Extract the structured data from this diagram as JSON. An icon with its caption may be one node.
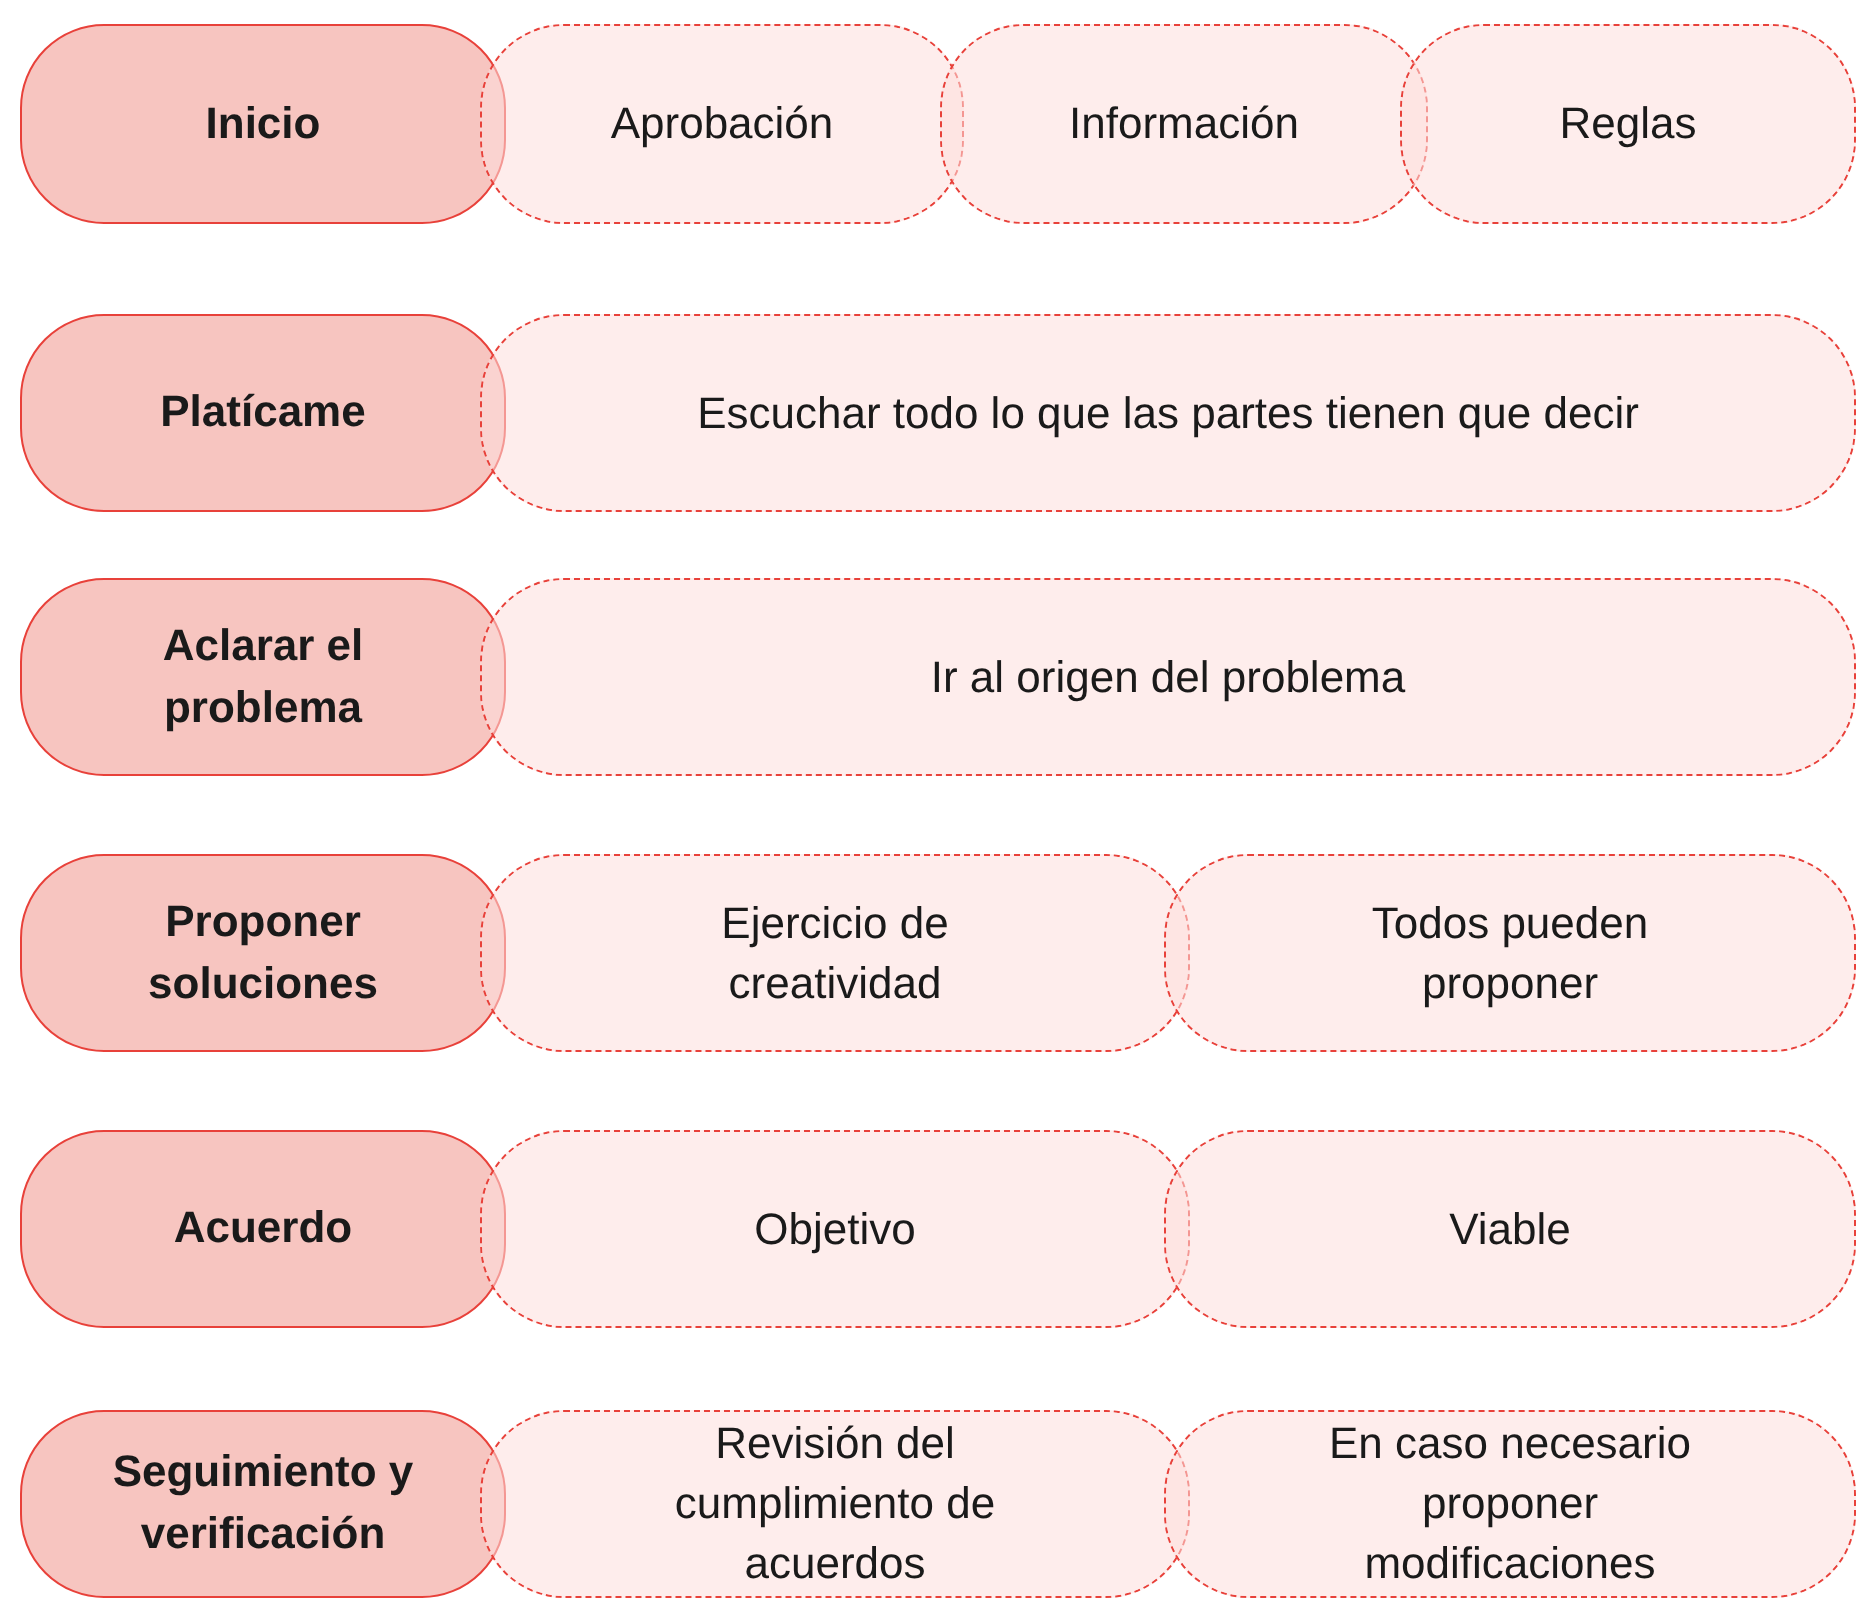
{
  "diagram": {
    "nodes": [
      {
        "text": [
          "Inicio"
        ]
      },
      {
        "text": [
          "Aprobación"
        ]
      },
      {
        "text": [
          "Información"
        ]
      },
      {
        "text": [
          "Reglas"
        ]
      },
      {
        "text": [
          "Platícame"
        ]
      },
      {
        "text": [
          "Escuchar todo lo que las partes tienen que decir"
        ]
      },
      {
        "text": [
          "Aclarar el problema"
        ]
      },
      {
        "text": [
          "Ir al origen del problema"
        ]
      },
      {
        "text": [
          "Proponer soluciones"
        ]
      },
      {
        "text": [
          "Ejercicio de creatividad"
        ]
      },
      {
        "text": [
          "Todos pueden proponer"
        ]
      },
      {
        "text": [
          "Acuerdo"
        ]
      },
      {
        "text": [
          "Objetivo"
        ]
      },
      {
        "text": [
          "Viable"
        ]
      },
      {
        "text": [
          "Seguimiento y verificación"
        ]
      },
      {
        "text": [
          "Revisión del cumplimiento de acuerdos"
        ]
      },
      {
        "text": [
          "En caso necesario proponer modificaciones"
        ]
      }
    ]
  }
}
